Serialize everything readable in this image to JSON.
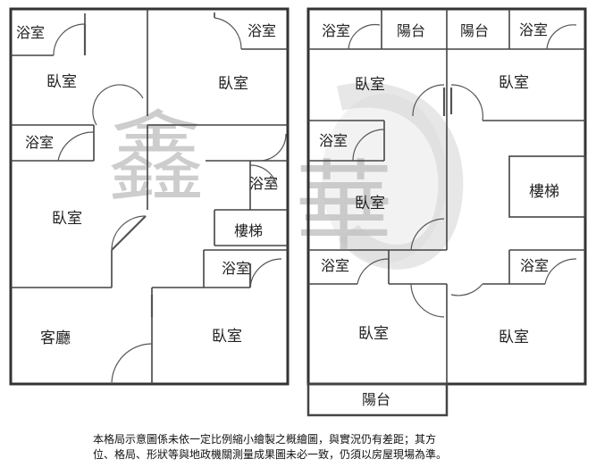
{
  "left_plan": {
    "rooms": {
      "bath_top_left": "浴室",
      "bath_top_right": "浴室",
      "bedroom_top_left": "臥室",
      "bedroom_top_right": "臥室",
      "bath_mid_left": "浴室",
      "bath_mid_right": "浴室",
      "bedroom_mid_left": "臥室",
      "stairs": "樓梯",
      "bath_lower_right": "浴室",
      "living_room": "客廳",
      "bedroom_lower_right": "臥室"
    }
  },
  "right_plan": {
    "rooms": {
      "bath_top_left": "浴室",
      "balcony_top_1": "陽台",
      "balcony_top_2": "陽台",
      "bath_top_right": "浴室",
      "bedroom_top_left": "臥室",
      "bedroom_top_right": "臥室",
      "bath_mid_left": "浴室",
      "bedroom_mid": "臥室",
      "stairs": "樓梯",
      "bath_lower_left": "浴室",
      "bath_lower_right": "浴室",
      "bedroom_bottom_left": "臥室",
      "bedroom_bottom_right": "臥室",
      "balcony_bottom": "陽台"
    }
  },
  "watermark": {
    "text": "鑫 華",
    "color": "#9a9a9a"
  },
  "disclaimer": {
    "line1": "本格局示意圖係未依一定比例縮小繪製之概繪圖，與實況仍有差距；其方",
    "line2": "位、格局、形狀等與地政機關測量成果圖未必一致，仍須以房屋現場為準。"
  }
}
